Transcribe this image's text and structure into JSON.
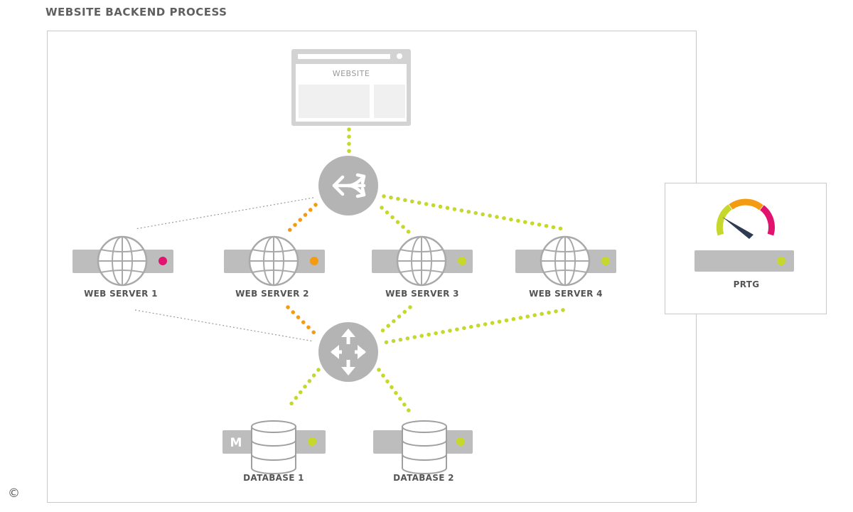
{
  "title": "WEBSITE BACKEND PROCESS",
  "website": {
    "label": "WEBSITE"
  },
  "servers": [
    {
      "label": "WEB SERVER 1",
      "status_color": "#e2136e"
    },
    {
      "label": "WEB SERVER 2",
      "status_color": "#f39c12"
    },
    {
      "label": "WEB SERVER 3",
      "status_color": "#c5d82b"
    },
    {
      "label": "WEB SERVER 4",
      "status_color": "#c5d82b"
    }
  ],
  "databases": [
    {
      "label": "DATABASE 1",
      "badge": "M",
      "status_color": "#c5d82b"
    },
    {
      "label": "DATABASE 2",
      "status_color": "#c5d82b"
    }
  ],
  "monitor": {
    "label": "PRTG",
    "status_color": "#c5d82b"
  },
  "copyright": "©",
  "colors": {
    "device": "#bdbdbd",
    "ok": "#c5d82b",
    "warning": "#f39c12",
    "error": "#e2136e",
    "inactive_link": "#9a9a9a"
  },
  "icons": {
    "load_balancer": "split-arrows-icon",
    "router": "four-arrows-icon",
    "server": "globe-icon",
    "database": "database-stack-icon",
    "monitor": "gauge-icon"
  }
}
